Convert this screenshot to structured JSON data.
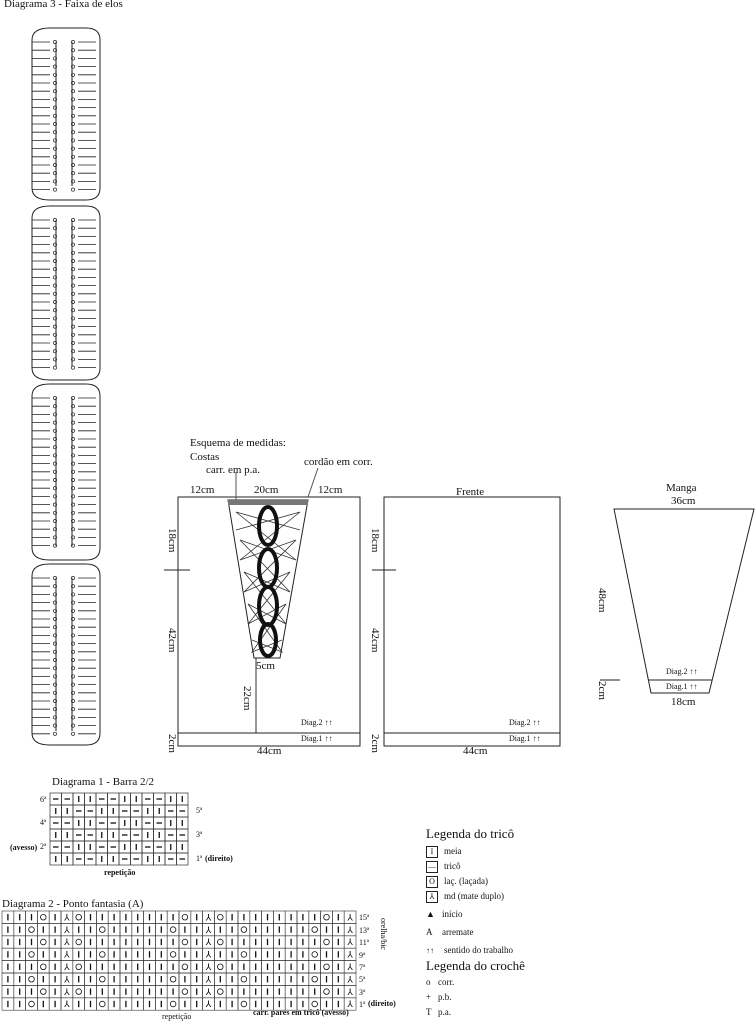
{
  "diagram3": {
    "title": "Diagrama 3 - Faixa de elos"
  },
  "scheme": {
    "title": "Esquema de medidas:",
    "back": "Costas",
    "carr_label": "carr. em p.a.",
    "cord_label": "cordão em corr.",
    "back_top_left": "12cm",
    "back_top_center": "20cm",
    "back_top_right": "12cm",
    "back_side_top": "18cm",
    "back_side_mid": "42cm",
    "back_side_bot": "2cm",
    "back_neck_bottom": "5cm",
    "back_center_depth": "22cm",
    "back_bottom": "44cm",
    "diag2": "Diag.2 ↑↑",
    "diag1": "Diag.1 ↑↑",
    "front": "Frente",
    "front_side_top": "18cm",
    "front_side_mid": "42cm",
    "front_side_bot": "2cm",
    "front_bottom": "44cm",
    "sleeve": "Manga",
    "sleeve_top": "36cm",
    "sleeve_side": "48cm",
    "sleeve_side_bot": "2cm",
    "sleeve_bottom": "18cm"
  },
  "diagram1": {
    "title": "Diagrama 1 - Barra 2/2",
    "row6": "6ª",
    "row5": "5ª",
    "row4": "4ª",
    "row3": "3ª",
    "row2": "2ª",
    "row1": "1ª",
    "avesso": "(avesso)",
    "direito": "(direito)",
    "repeat": "repetição"
  },
  "diagram2": {
    "title": "Diagrama 2 - Ponto fantasia (A)",
    "rows": [
      "15ª",
      "13ª",
      "11ª",
      "9ª",
      "7ª",
      "5ª",
      "3ª",
      "1ª"
    ],
    "direito": "(direito)",
    "side": "orelha/bic",
    "repeat": "repetição",
    "note": "carr. pares em tricô (avesso)"
  },
  "legend_knit": {
    "title": "Legenda do tricô",
    "items": [
      "meia",
      "tricô",
      "laç. (laçada)",
      "md (mate duplo)",
      "início",
      "arremate",
      "sentido do trabalho"
    ],
    "symbols": [
      "I",
      "—",
      "O",
      "⅄",
      "▲",
      "A",
      "↑↑"
    ]
  },
  "legend_crochet": {
    "title": "Legenda do crochê",
    "items": [
      "corr.",
      "p.b.",
      "p.a."
    ],
    "symbols": [
      "o",
      "+",
      "T"
    ]
  }
}
